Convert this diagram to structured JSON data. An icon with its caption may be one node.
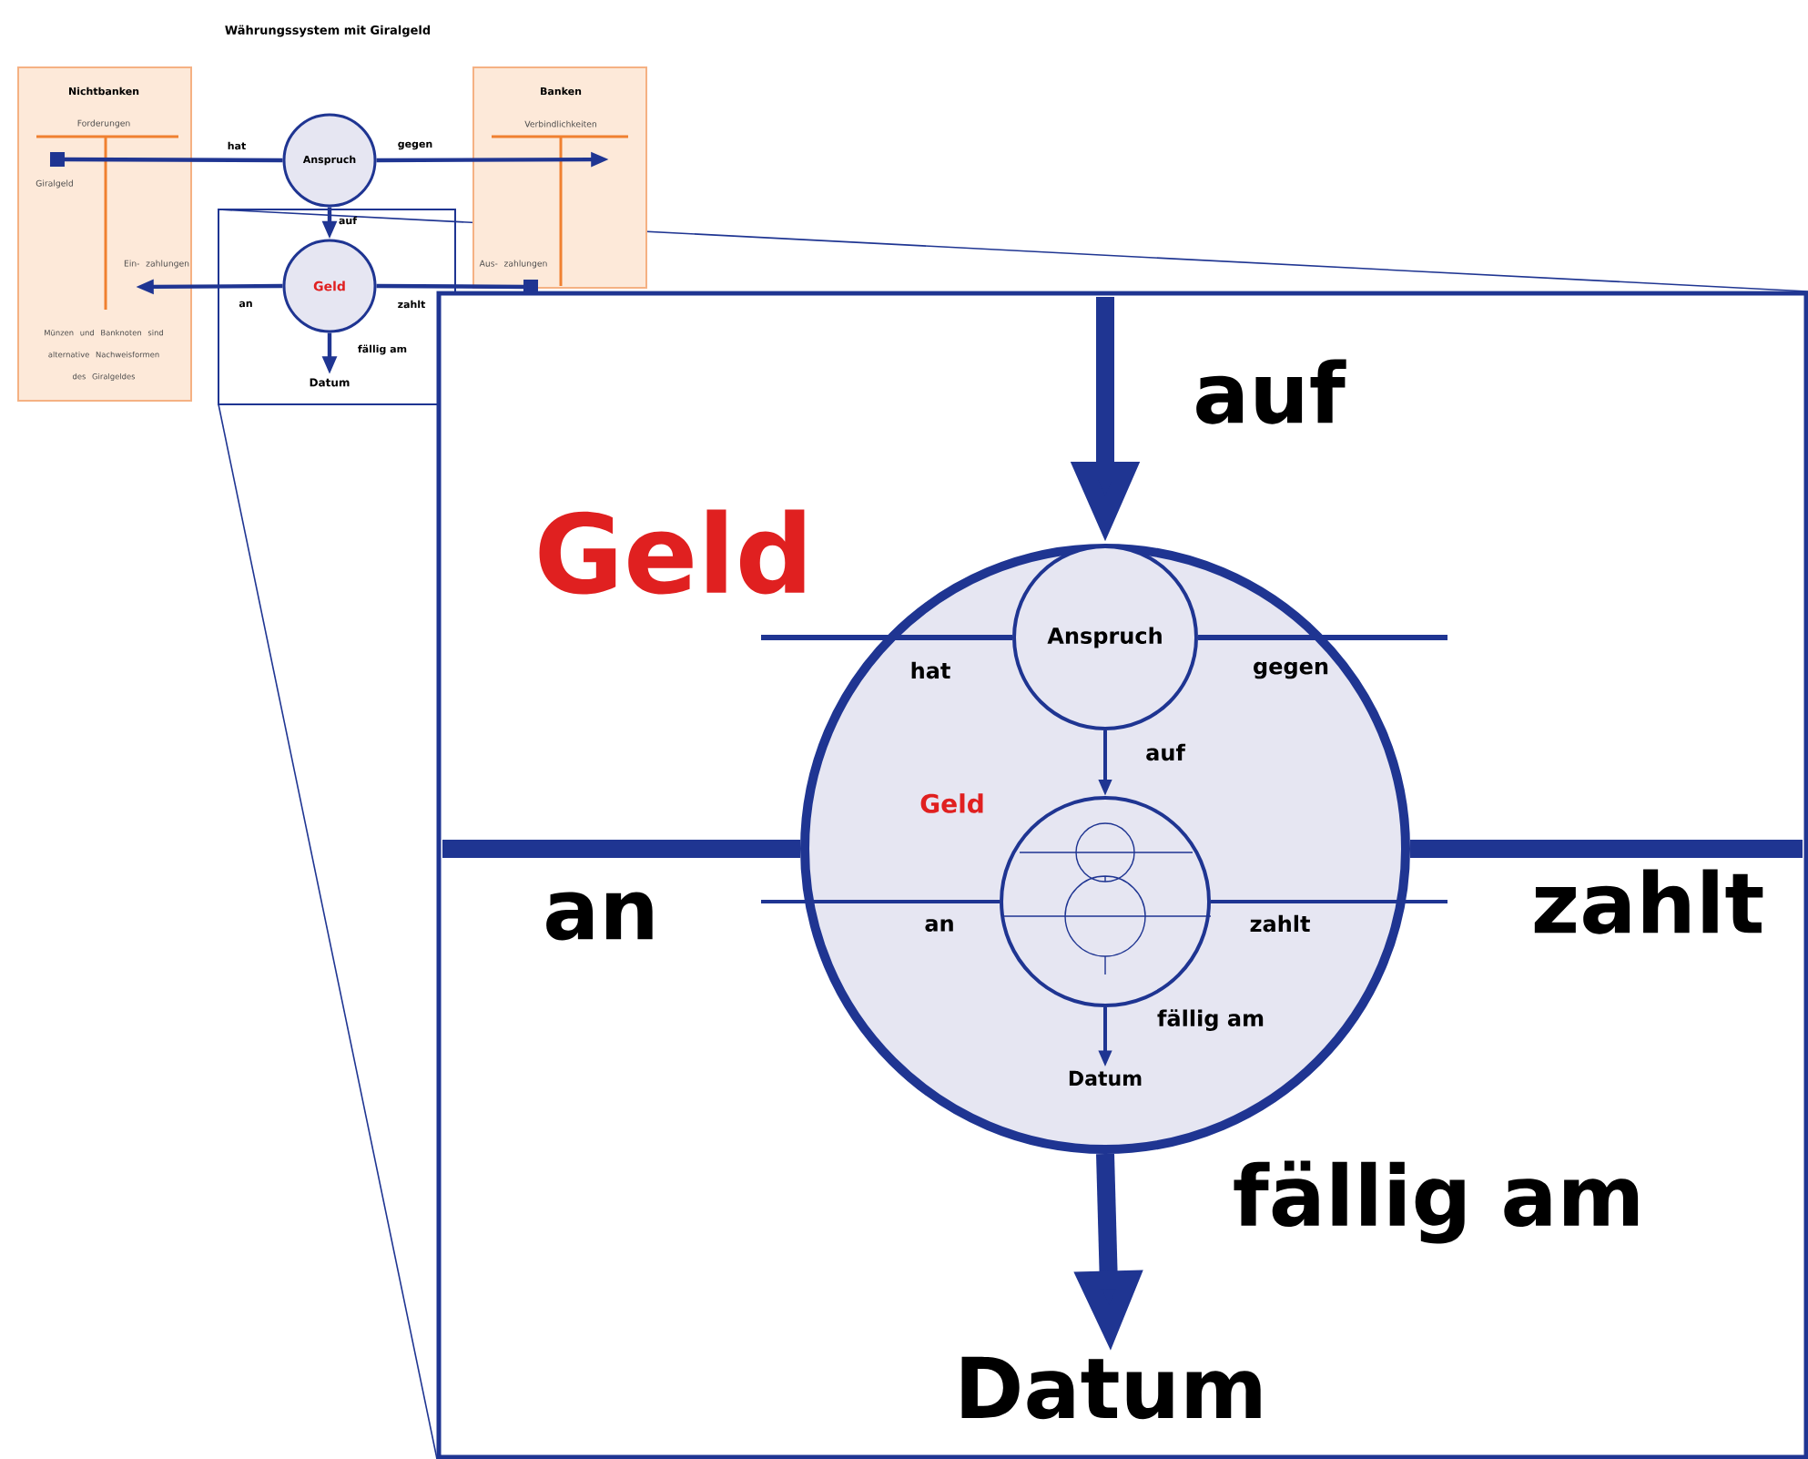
{
  "diagram": {
    "title": "Währungssystem mit Giralgeld",
    "nodes": [
      {
        "text": [
          "Nichtbanken",
          "Forderungen",
          "Münzen und Banknoten sind alternative Nachweisformen des Giralgeldes"
        ]
      },
      {
        "text": [
          "Banken",
          "Verbindlichkeiten"
        ]
      },
      {
        "text": [
          "Anspruch"
        ]
      },
      {
        "text": [
          "Geld"
        ]
      },
      {
        "text": [
          "Datum"
        ]
      },
      {
        "text": [
          "Geld"
        ]
      },
      {
        "text": [
          "Datum"
        ]
      },
      {
        "text": [
          "Anspruch"
        ],
        "in": 5
      },
      {
        "text": [
          "Geld"
        ],
        "in": 5
      },
      {
        "text": [
          "Datum"
        ],
        "in": 5
      }
    ],
    "edges": [
      {
        "from": 0,
        "to": 2,
        "arrow": "other",
        "label": "hat"
      },
      {
        "from": 2,
        "to": 1,
        "arrow": "to",
        "label": "gegen"
      },
      {
        "from": 2,
        "to": 3,
        "arrow": "to",
        "label": "auf"
      },
      {
        "from": 1,
        "to": 3,
        "arrow": "other",
        "label": "zahlt"
      },
      {
        "from": 3,
        "to": 0,
        "arrow": "to",
        "label": "an"
      },
      {
        "from": 3,
        "to": 4,
        "arrow": "to",
        "label": "fällig am"
      },
      {
        "from": null,
        "to": 5,
        "arrow": "to",
        "label": "auf",
        "style": "thick"
      },
      {
        "from": 5,
        "to": 6,
        "arrow": "to",
        "label": "fällig am",
        "style": "thick"
      },
      {
        "from": 5,
        "to": null,
        "arrow": "none",
        "label": "an",
        "style": "thick"
      },
      {
        "from": null,
        "to": 5,
        "arrow": "none",
        "label": "zahlt",
        "style": "thick"
      },
      {
        "from": null,
        "to": 7,
        "arrow": "none",
        "label": "hat"
      },
      {
        "from": 7,
        "to": null,
        "arrow": "none",
        "label": "gegen"
      },
      {
        "from": 7,
        "to": 8,
        "arrow": "to",
        "label": "auf"
      },
      {
        "from": 8,
        "to": null,
        "arrow": "none",
        "label": "an"
      },
      {
        "from": null,
        "to": 8,
        "arrow": "none",
        "label": "zahlt"
      },
      {
        "from": 8,
        "to": 9,
        "arrow": "to",
        "label": "fällig am"
      }
    ],
    "labels": [
      "Giralgeld",
      "Ein- zahlungen",
      "Aus- zahlungen"
    ]
  }
}
